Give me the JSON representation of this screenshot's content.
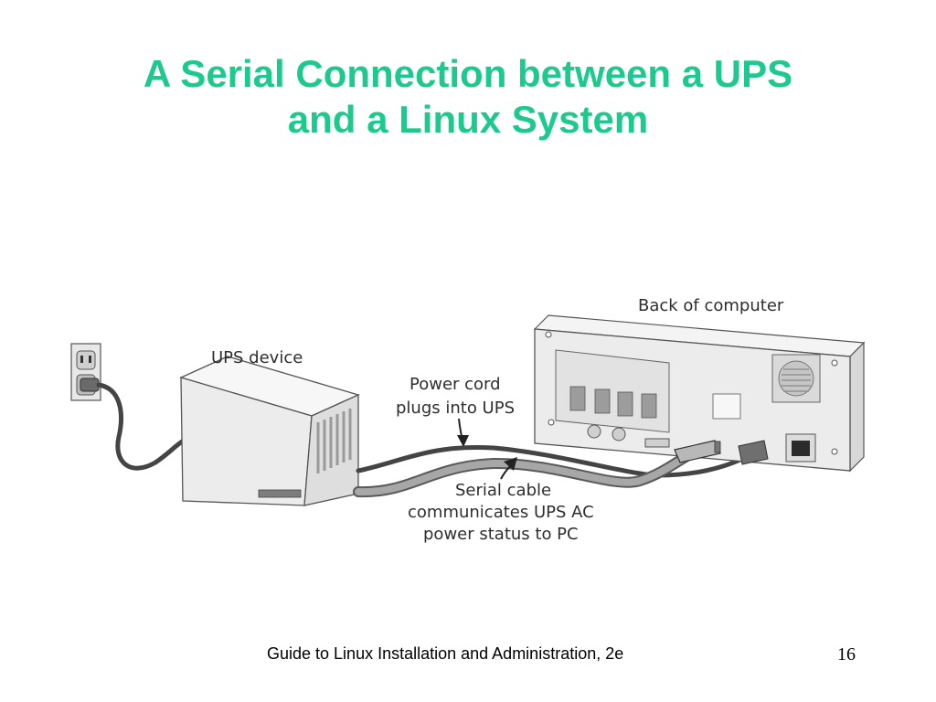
{
  "slide": {
    "title_line1": "A Serial Connection between a UPS",
    "title_line2": "and a Linux System"
  },
  "diagram": {
    "ups_label": "UPS device",
    "back_label": "Back of computer",
    "power_cord_line1": "Power cord",
    "power_cord_line2": "plugs into UPS",
    "serial_line1": "Serial cable",
    "serial_line2": "communicates UPS AC",
    "serial_line3": "power status to PC"
  },
  "footer": {
    "text": "Guide to Linux Installation and Administration, 2e",
    "page_number": "16"
  },
  "colors": {
    "title": "#1ec98e",
    "device_body": "#efefef",
    "cable": "#8f8f8f",
    "power_cord": "#444444"
  }
}
